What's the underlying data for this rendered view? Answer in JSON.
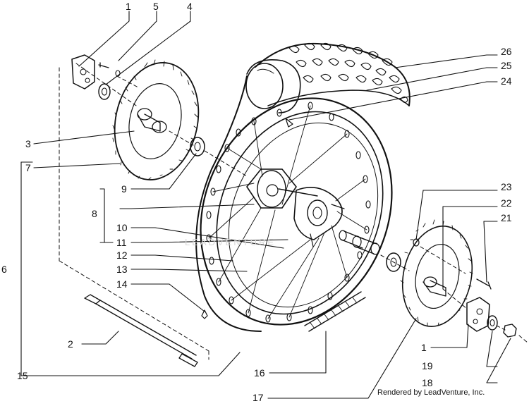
{
  "diagram": {
    "watermark": "LEADVENTURE",
    "credit": "Rendered by LeadVenture, Inc.",
    "callouts": [
      "1",
      "5",
      "4",
      "3",
      "7",
      "6",
      "9",
      "8",
      "10",
      "11",
      "12",
      "13",
      "14",
      "2",
      "15",
      "26",
      "25",
      "24",
      "23",
      "22",
      "21",
      "1",
      "19",
      "18",
      "16",
      "17"
    ]
  }
}
